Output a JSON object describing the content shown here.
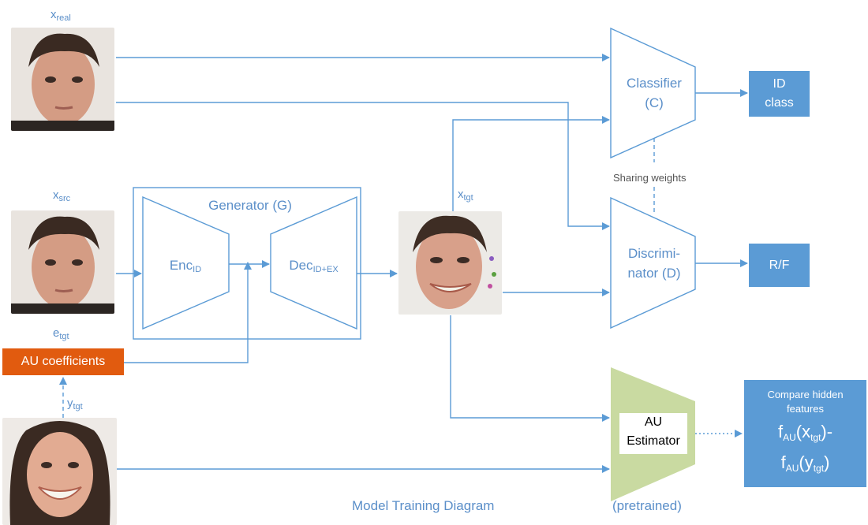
{
  "labels": {
    "x_real_base": "x",
    "x_real_sub": "real",
    "x_src_base": "x",
    "x_src_sub": "src",
    "e_tgt_base": "e",
    "e_tgt_sub": "tgt",
    "y_tgt_base": "y",
    "y_tgt_sub": "tgt",
    "x_tgt_base": "x",
    "x_tgt_sub": "tgt"
  },
  "au_coefficients": "AU coefficients",
  "generator": {
    "title": "Generator (G)",
    "enc_base": "Enc",
    "enc_sub": "ID",
    "dec_base": "Dec",
    "dec_sub": "ID+EX"
  },
  "classifier": {
    "line1": "Classifier",
    "line2": "(C)"
  },
  "discriminator": {
    "line1": "Discrimi-",
    "line2": "nator (D)"
  },
  "sharing_weights": "Sharing weights",
  "outputs": {
    "id_line1": "ID",
    "id_line2": "class",
    "rf": "R/F"
  },
  "au_estimator": {
    "line1": "AU",
    "line2": "Estimator",
    "note": "(pretrained)"
  },
  "compare": {
    "title_line1": "Compare hidden",
    "title_line2": "features",
    "f_base": "f",
    "f_sub": "AU",
    "arg1_base": "x",
    "arg1_sub": "tgt",
    "arg2_base": "y",
    "arg2_sub": "tgt",
    "minus": "-"
  },
  "caption": "Model Training Diagram",
  "colors": {
    "line": "#5b9bd5",
    "text": "#5b8fc9",
    "orange": "#e15b0f",
    "estimator": "#c9daa1"
  },
  "icons": [
    "face-photo-real",
    "face-photo-src",
    "face-photo-generated",
    "face-photo-target"
  ]
}
